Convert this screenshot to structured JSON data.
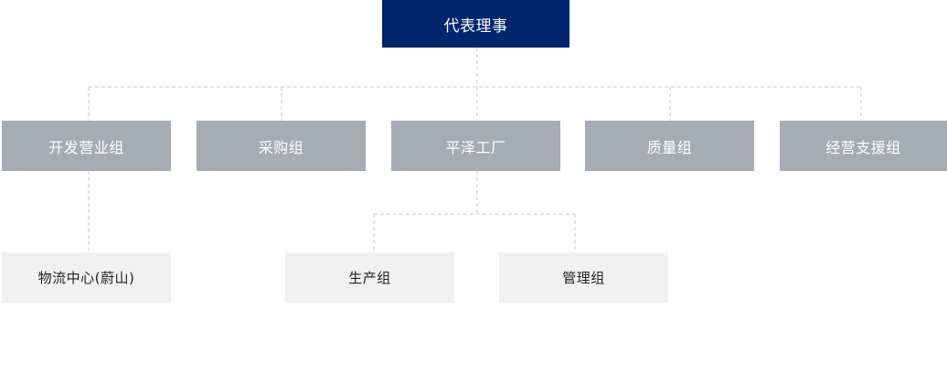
{
  "org": {
    "root": {
      "label": "代表理事"
    },
    "departments": [
      {
        "label": "开发营业组"
      },
      {
        "label": "采购组"
      },
      {
        "label": "平泽工厂"
      },
      {
        "label": "质量组"
      },
      {
        "label": "经营支援组"
      }
    ],
    "sub_units": [
      {
        "label": "物流中心(蔚山)",
        "parent": "开发营业组"
      },
      {
        "label": "生产组",
        "parent": "平泽工厂"
      },
      {
        "label": "管理组",
        "parent": "平泽工厂"
      }
    ]
  },
  "colors": {
    "root_bg": "#00266f",
    "department_bg": "#a6abb4",
    "sub_unit_bg": "#f1f1f1",
    "connector": "#c8c8c8"
  }
}
